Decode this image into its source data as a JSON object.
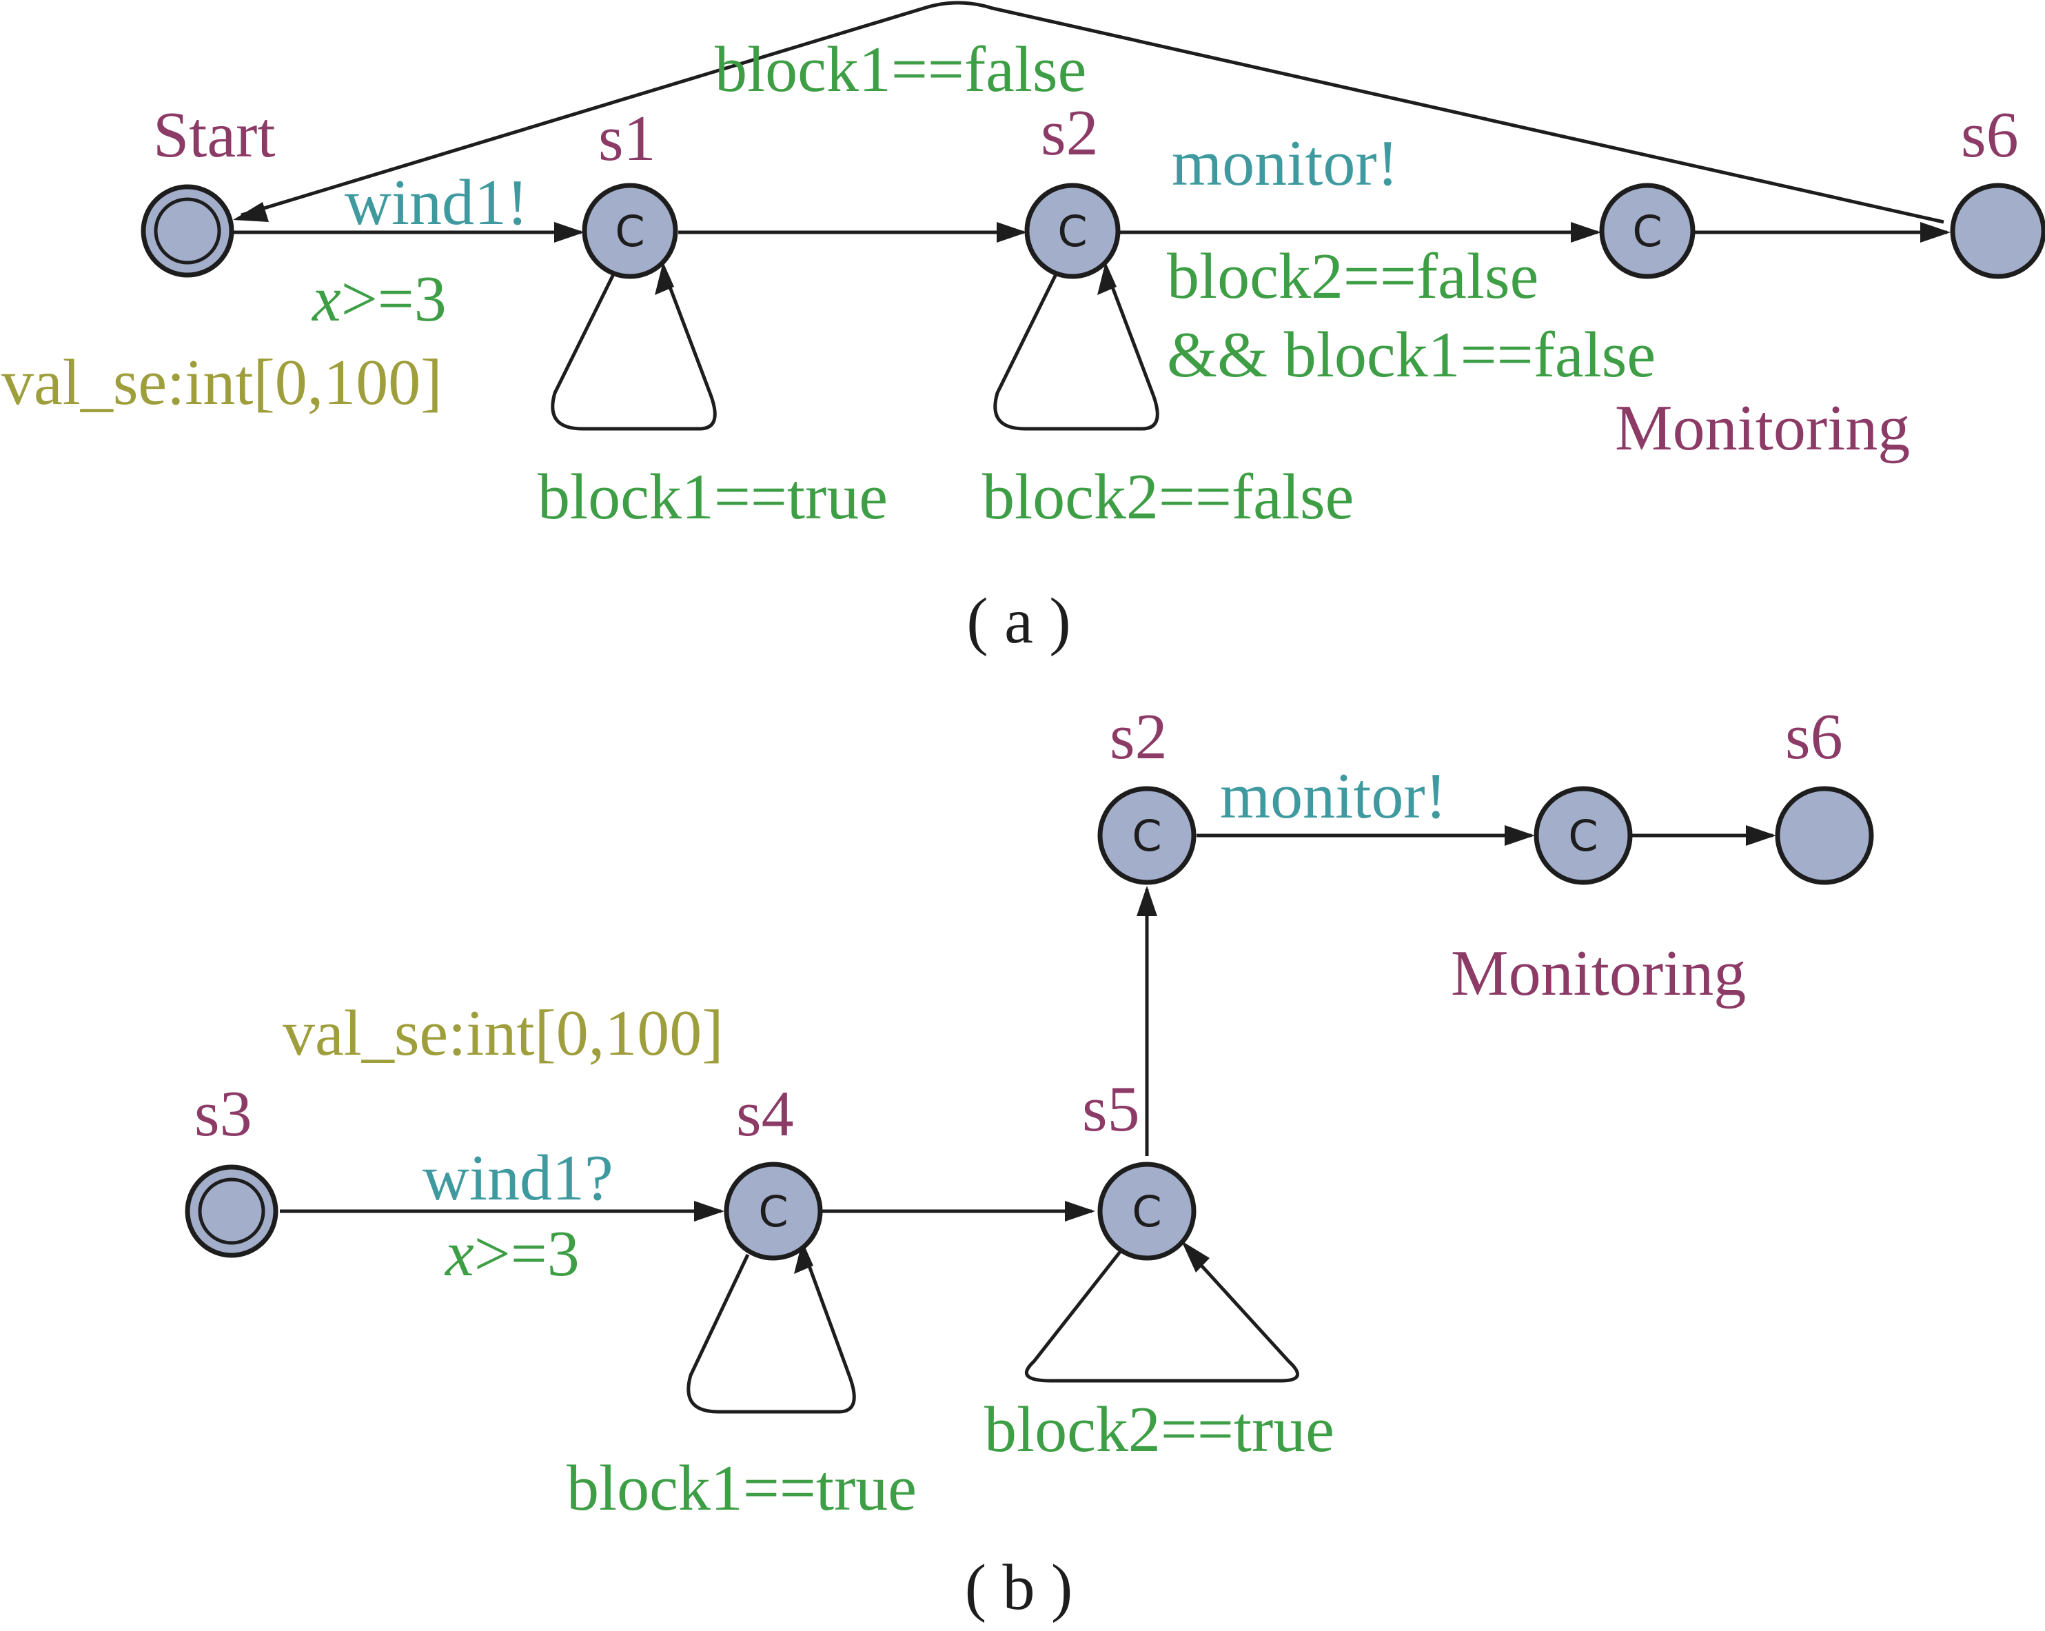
{
  "colors": {
    "node_fill": "#a3aecb",
    "location_name": "#8c3a66",
    "guard": "#3e9e45",
    "sync": "#3f9a9f",
    "declaration": "#9e9e3c"
  },
  "icons": {
    "initial_location": "double-circle",
    "committed_location": "committed-c-mark"
  },
  "committed_mark": "C",
  "panel_a": {
    "caption": "( a )",
    "names": {
      "start": "Start",
      "s1": "s1",
      "s2": "s2",
      "s6": "s6",
      "monitoring": "Monitoring"
    },
    "labels": {
      "sync_start_s1": "wind1!",
      "guard_start_s1_var": "x",
      "guard_start_s1_rest": ">=3",
      "decl_start_s1": "val_se:int[0,100]",
      "loop_s1": "block1==true",
      "loop_s2": "block2==false",
      "sync_s2_mon": "monitor!",
      "guard_s2_mon_line1": "block2==false",
      "guard_s2_mon_line2": "&& block1==false",
      "guard_s6_start": "block1==false"
    }
  },
  "panel_b": {
    "caption": "( b )",
    "names": {
      "s3": "s3",
      "s4": "s4",
      "s5": "s5",
      "s2": "s2",
      "s6": "s6",
      "monitoring": "Monitoring"
    },
    "labels": {
      "decl_s3_s4": "val_se:int[0,100]",
      "sync_s3_s4": "wind1?",
      "guard_s3_s4_var": "x",
      "guard_s3_s4_rest": ">=3",
      "loop_s4": "block1==true",
      "loop_s5": "block2==true",
      "sync_s2_mon": "monitor!"
    }
  }
}
